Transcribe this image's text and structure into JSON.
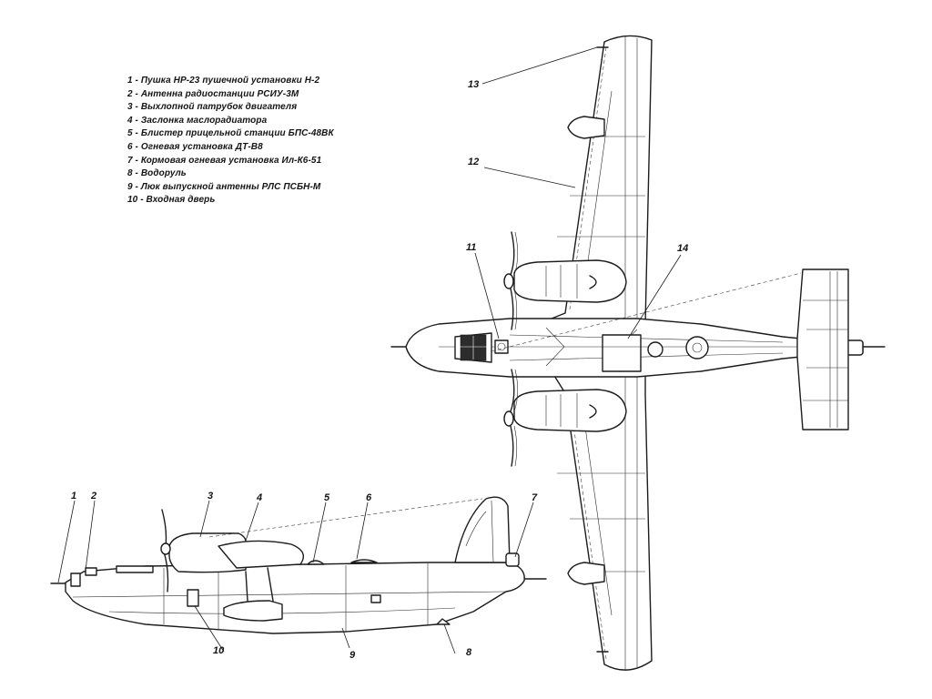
{
  "legend": [
    "1 - Пушка НР-23 пушечной установки Н-2",
    "2 - Антенна радиостанции РСИУ-3М",
    "3 - Выхлопной патрубок двигателя",
    "4 - Заслонка маслорадиатора",
    "5 - Блистер прицельной станции БПС-48ВК",
    "6 - Огневая установка ДТ-В8",
    "7 - Кормовая огневая установка Ил-К6-51",
    "8 - Водоруль",
    "9 - Люк выпускной антенны РЛС ПСБН-М",
    "10 - Входная дверь"
  ],
  "callouts": {
    "n1": "1",
    "n2": "2",
    "n3": "3",
    "n4": "4",
    "n5": "5",
    "n6": "6",
    "n7": "7",
    "n8": "8",
    "n9": "9",
    "n10": "10",
    "n11": "11",
    "n12": "12",
    "n13": "13",
    "n14": "14"
  }
}
